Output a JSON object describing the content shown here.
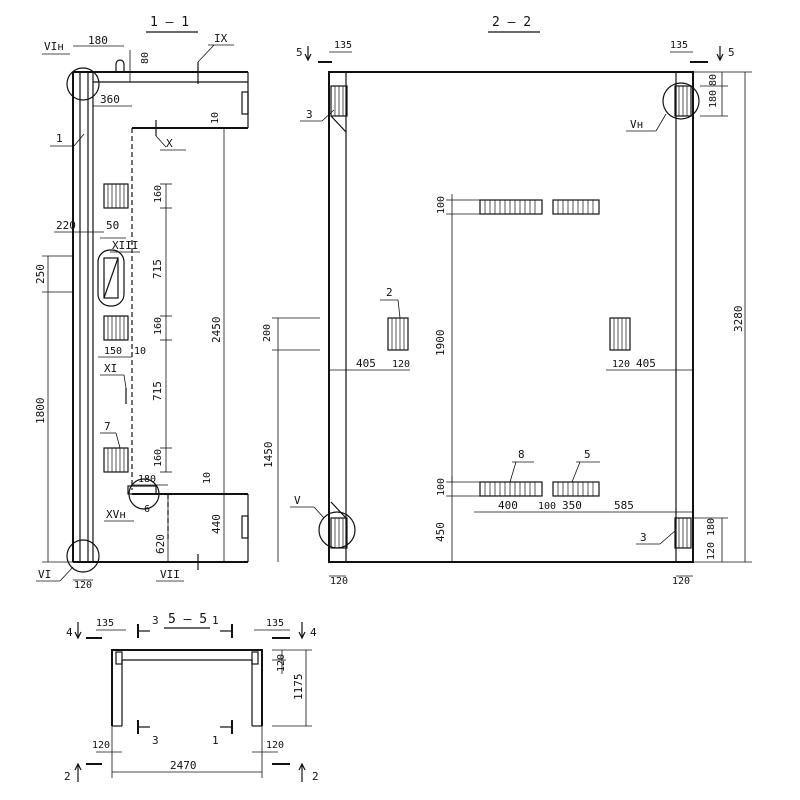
{
  "sections": {
    "s11": "1 – 1",
    "s22": "2 – 2",
    "s55": "5 – 5"
  },
  "node_labels": {
    "VIn": "VIн",
    "IX": "IX",
    "X": "X",
    "XIII": "XIII",
    "XI": "XI",
    "XVn": "XVн",
    "VI": "VI",
    "VII": "VII",
    "Vn": "Vн",
    "V": "V"
  },
  "positions": {
    "p1": "1",
    "p2": "2",
    "p3": "3",
    "p5": "5",
    "p6": "6",
    "p7": "7",
    "p8": "8"
  },
  "cut_marks": {
    "five": "5",
    "four": "4",
    "two": "2",
    "three": "3",
    "one": "1"
  },
  "dims_11": {
    "d180_top": "180",
    "d80": "80",
    "d360": "360",
    "d10_top": "10",
    "d160_a": "160",
    "d220": "220",
    "d50": "50",
    "d250": "250",
    "d715_a": "715",
    "d160_b": "160",
    "d2450": "2450",
    "d150": "150",
    "d10_mid": "10",
    "d715_b": "715",
    "d1800": "1800",
    "d160_c": "160",
    "d180_low": "180",
    "d10_low": "10",
    "d620": "620",
    "d440": "440",
    "d120": "120"
  },
  "dims_22": {
    "d135_l": "135",
    "d135_r": "135",
    "d80": "80",
    "d180_top": "180",
    "d3280": "3280",
    "d100_top": "100",
    "d200": "200",
    "d1900": "1900",
    "d405_l": "405",
    "d120_l": "120",
    "d120_r": "120",
    "d405_r": "405",
    "d1450": "1450",
    "d100_low": "100",
    "d400": "400",
    "d100_mid": "100",
    "d350": "350",
    "d585": "585",
    "d450": "450",
    "d120_bl": "120",
    "d120_br": "120",
    "d120_v": "120",
    "d180_v": "180"
  },
  "dims_55": {
    "d135_l": "135",
    "d135_r": "135",
    "d120_v": "120",
    "d1175": "1175",
    "d120_bl": "120",
    "d120_br": "120",
    "d2470": "2470"
  }
}
